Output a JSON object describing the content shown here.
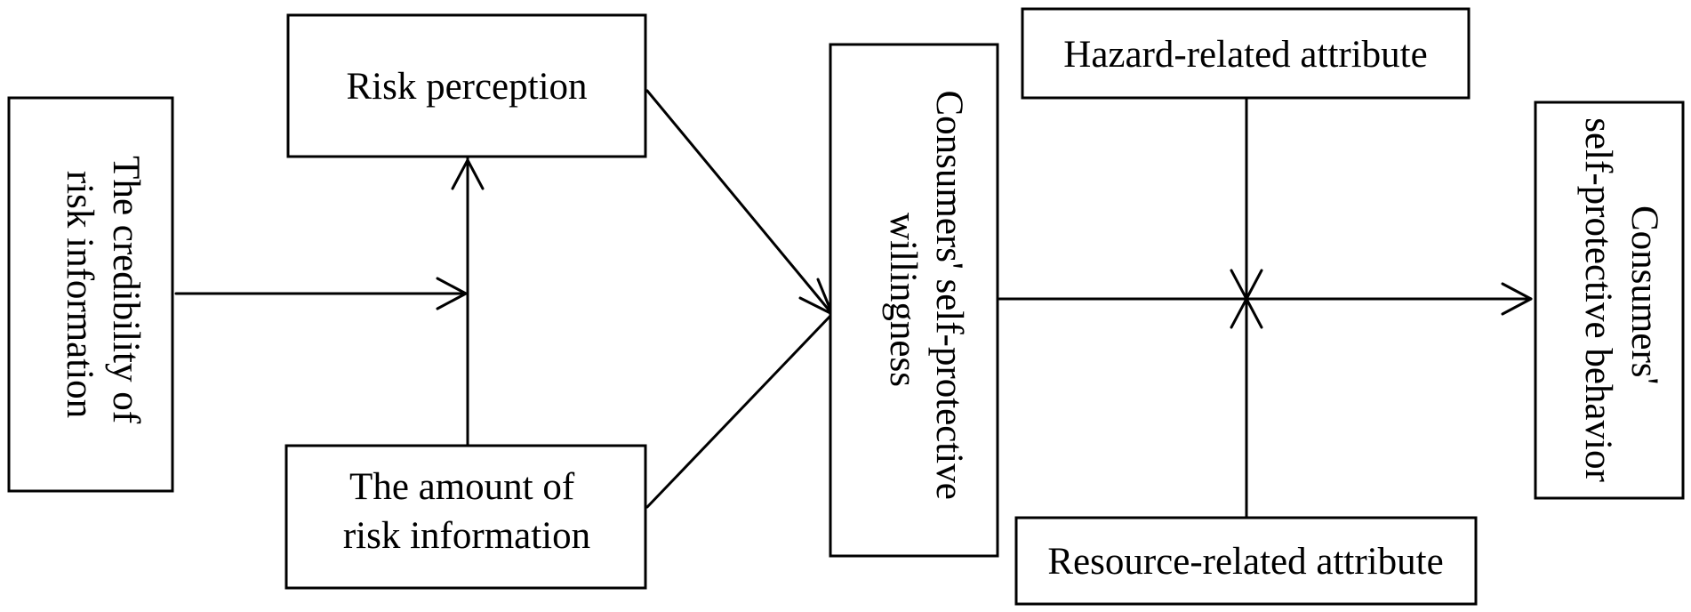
{
  "nodes": {
    "credibility": {
      "lines": [
        "The credibility of",
        "risk information"
      ]
    },
    "risk_perception": {
      "lines": [
        "Risk perception"
      ]
    },
    "amount": {
      "lines": [
        "The amount of",
        "risk information"
      ]
    },
    "willingness": {
      "lines": [
        "Consumers' self-protective",
        "willingness"
      ]
    },
    "hazard": {
      "lines": [
        "Hazard-related attribute"
      ]
    },
    "resource": {
      "lines": [
        "Resource-related attribute"
      ]
    },
    "behavior": {
      "lines": [
        "Consumers'",
        "self-protective behavior"
      ]
    }
  },
  "edges": [
    {
      "from": "credibility",
      "to": "risk_perception-path",
      "arrow": "moderation-point"
    },
    {
      "from": "amount",
      "to": "risk_perception",
      "arrow": "up"
    },
    {
      "from": "risk_perception",
      "to": "willingness",
      "arrow": "converge"
    },
    {
      "from": "amount",
      "to": "willingness",
      "arrow": "converge"
    },
    {
      "from": "willingness",
      "to": "behavior",
      "arrow": "right"
    },
    {
      "from": "hazard",
      "to": "willingness-behavior-path",
      "arrow": "down"
    },
    {
      "from": "resource",
      "to": "willingness-behavior-path",
      "arrow": "up"
    }
  ],
  "colors": {
    "stroke": "#000000",
    "fill": "#ffffff",
    "text": "#000000"
  }
}
